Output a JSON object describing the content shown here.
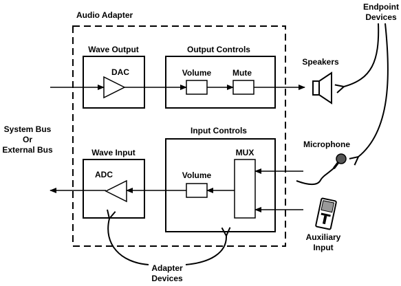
{
  "labels": {
    "audio_adapter": "Audio Adapter",
    "endpoint_devices_line1": "Endpoint",
    "endpoint_devices_line2": "Devices",
    "wave_output": "Wave Output",
    "output_controls": "Output Controls",
    "dac": "DAC",
    "volume_out": "Volume",
    "mute": "Mute",
    "speakers": "Speakers",
    "system_bus_line1": "System Bus",
    "system_bus_line2": "Or",
    "system_bus_line3": "External Bus",
    "input_controls": "Input Controls",
    "wave_input": "Wave Input",
    "adc": "ADC",
    "volume_in": "Volume",
    "mux": "MUX",
    "microphone": "Microphone",
    "auxiliary_line1": "Auxiliary",
    "auxiliary_line2": "Input",
    "adapter_devices_line1": "Adapter",
    "adapter_devices_line2": "Devices"
  }
}
